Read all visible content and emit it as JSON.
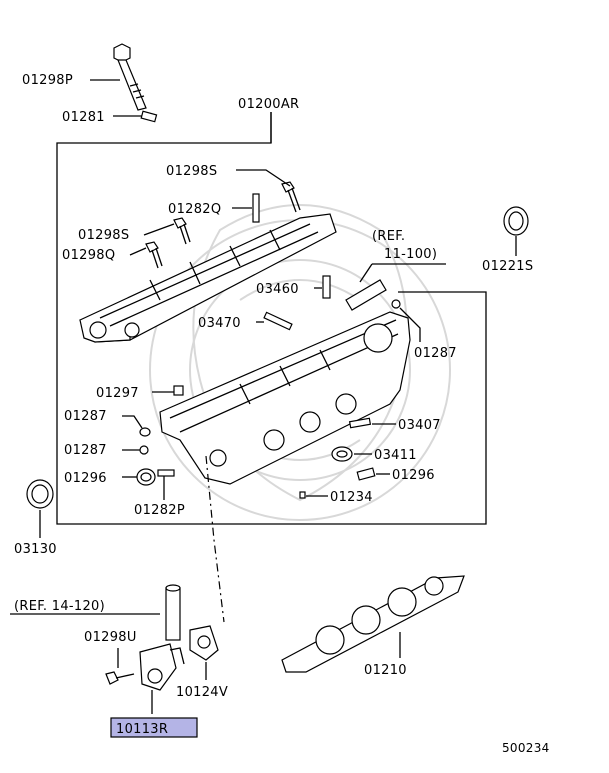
{
  "labels": {
    "p01298P": "01298P",
    "p01281": "01281",
    "p01200AR": "01200AR",
    "p01298S_top": "01298S",
    "p01282Q": "01282Q",
    "p01298S_left": "01298S",
    "p01298Q": "01298Q",
    "ref_11_100_line1": "(REF.",
    "ref_11_100_line2": "11-100)",
    "p01221S": "01221S",
    "p03460": "03460",
    "p03470": "03470",
    "p01287_right": "01287",
    "p01297": "01297",
    "p01287_a": "01287",
    "p01287_b": "01287",
    "p03407": "03407",
    "p03411": "03411",
    "p01296_left": "01296",
    "p01296_right": "01296",
    "p01234": "01234",
    "p01282P": "01282P",
    "p03130": "03130",
    "ref_14_120": "(REF. 14-120)",
    "p01298U": "01298U",
    "p01210": "01210",
    "p10124V": "10124V",
    "p10113R": "10113R",
    "diagram_id": "500234"
  },
  "colors": {
    "highlight": "#b4b4e6",
    "line": "#000000",
    "watermark": "#d8d8d8"
  }
}
